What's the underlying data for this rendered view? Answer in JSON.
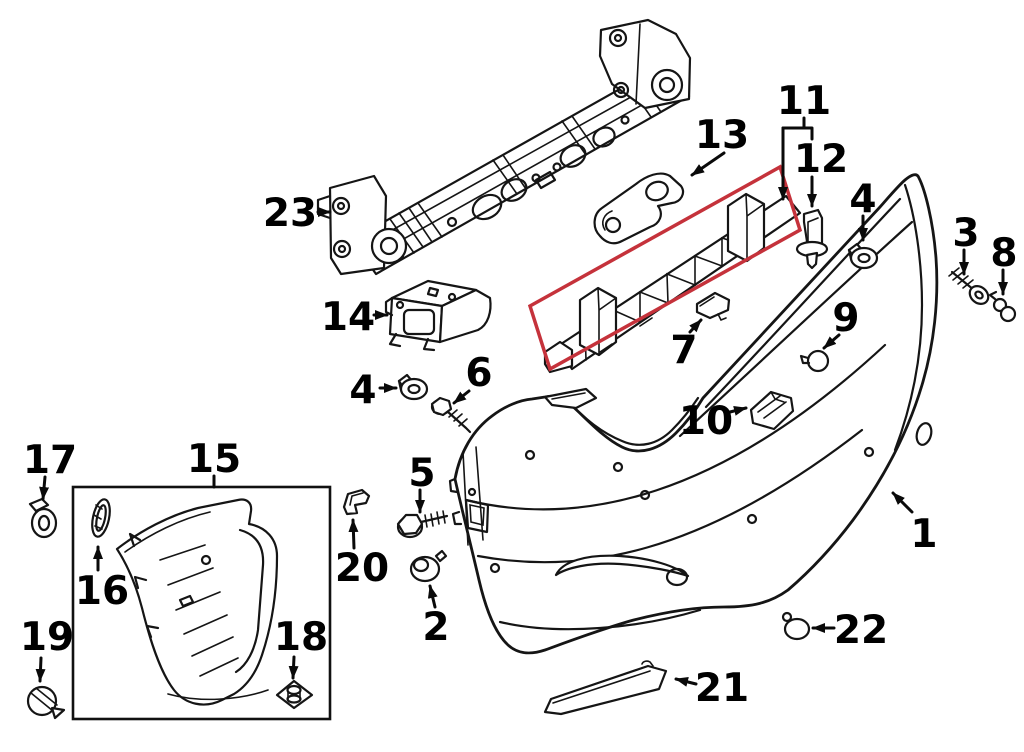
{
  "diagram": {
    "type": "exploded-parts-diagram",
    "background": "#ffffff",
    "line_color": "#151515",
    "highlight_color": "#c5323b",
    "callouts": {
      "n1": "1",
      "n2": "2",
      "n3": "3",
      "n4_left": "4",
      "n4_right": "4",
      "n5": "5",
      "n6": "6",
      "n7": "7",
      "n8": "8",
      "n9": "9",
      "n10": "10",
      "n11": "11",
      "n12": "12",
      "n13": "13",
      "n14": "14",
      "n15": "15",
      "n16": "16",
      "n17": "17",
      "n18": "18",
      "n19": "19",
      "n20": "20",
      "n21": "21",
      "n22": "22",
      "n23": "23"
    }
  }
}
